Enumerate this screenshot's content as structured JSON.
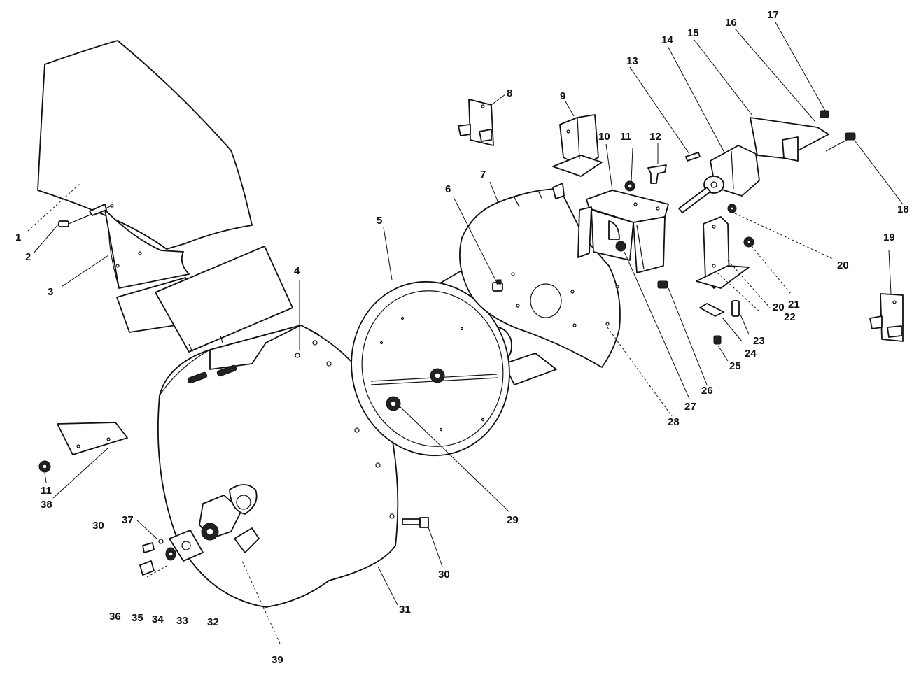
{
  "diagram": {
    "callouts": [
      {
        "id": "c1",
        "text": "1"
      },
      {
        "id": "c2",
        "text": "2"
      },
      {
        "id": "c3",
        "text": "3"
      },
      {
        "id": "c4",
        "text": "4"
      },
      {
        "id": "c5",
        "text": "5"
      },
      {
        "id": "c6",
        "text": "6"
      },
      {
        "id": "c7",
        "text": "7"
      },
      {
        "id": "c8",
        "text": "8"
      },
      {
        "id": "c9",
        "text": "9"
      },
      {
        "id": "c10",
        "text": "10"
      },
      {
        "id": "c11a",
        "text": "11"
      },
      {
        "id": "c11b",
        "text": "11"
      },
      {
        "id": "c12",
        "text": "12"
      },
      {
        "id": "c13",
        "text": "13"
      },
      {
        "id": "c14",
        "text": "14"
      },
      {
        "id": "c15",
        "text": "15"
      },
      {
        "id": "c16",
        "text": "16"
      },
      {
        "id": "c17",
        "text": "17"
      },
      {
        "id": "c18",
        "text": "18"
      },
      {
        "id": "c19",
        "text": "19"
      },
      {
        "id": "c20a",
        "text": "20"
      },
      {
        "id": "c20b",
        "text": "20"
      },
      {
        "id": "c21",
        "text": "21"
      },
      {
        "id": "c22",
        "text": "22"
      },
      {
        "id": "c23",
        "text": "23"
      },
      {
        "id": "c24",
        "text": "24"
      },
      {
        "id": "c25",
        "text": "25"
      },
      {
        "id": "c26",
        "text": "26"
      },
      {
        "id": "c27",
        "text": "27"
      },
      {
        "id": "c28",
        "text": "28"
      },
      {
        "id": "c29",
        "text": "29"
      },
      {
        "id": "c30a",
        "text": "30"
      },
      {
        "id": "c30b",
        "text": "30"
      },
      {
        "id": "c31",
        "text": "31"
      },
      {
        "id": "c32",
        "text": "32"
      },
      {
        "id": "c33",
        "text": "33"
      },
      {
        "id": "c34",
        "text": "34"
      },
      {
        "id": "c35",
        "text": "35"
      },
      {
        "id": "c36",
        "text": "36"
      },
      {
        "id": "c37",
        "text": "37"
      },
      {
        "id": "c38",
        "text": "38"
      },
      {
        "id": "c39",
        "text": "39"
      }
    ]
  }
}
